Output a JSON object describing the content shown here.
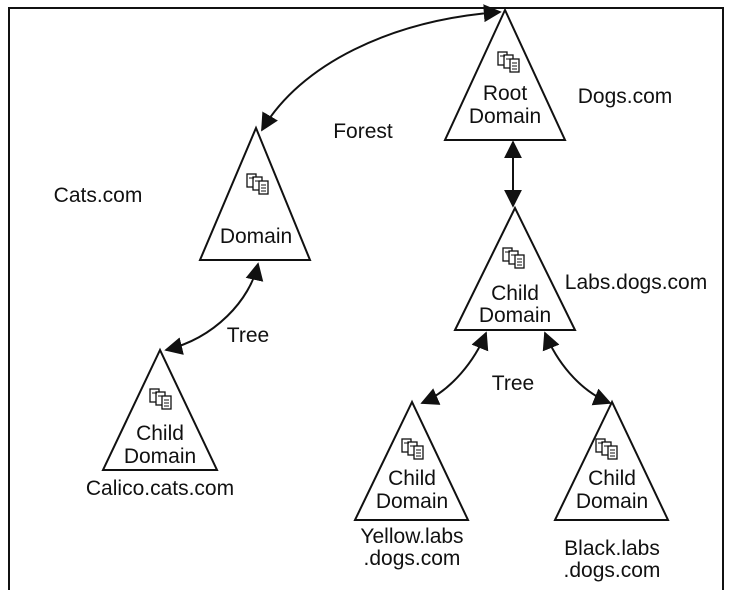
{
  "nodes": {
    "root": {
      "line1": "Root",
      "line2": "Domain",
      "label": "Dogs.com"
    },
    "cats": {
      "line1": "Domain",
      "label": "Cats.com"
    },
    "labs": {
      "line1": "Child",
      "line2": "Domain",
      "label": "Labs.dogs.com"
    },
    "calico": {
      "line1": "Child",
      "line2": "Domain",
      "label": "Calico.cats.com"
    },
    "yellow": {
      "line1": "Child",
      "line2": "Domain",
      "label1": "Yellow.labs",
      "label2": ".dogs.com"
    },
    "black": {
      "line1": "Child",
      "line2": "Domain",
      "label1": "Black.labs",
      "label2": ".dogs.com"
    }
  },
  "relations": {
    "forest": "Forest",
    "tree_left": "Tree",
    "tree_right": "Tree"
  },
  "icons": {
    "server": "server-stack-icon"
  },
  "colors": {
    "ink": "#111111",
    "background": "#ffffff"
  }
}
